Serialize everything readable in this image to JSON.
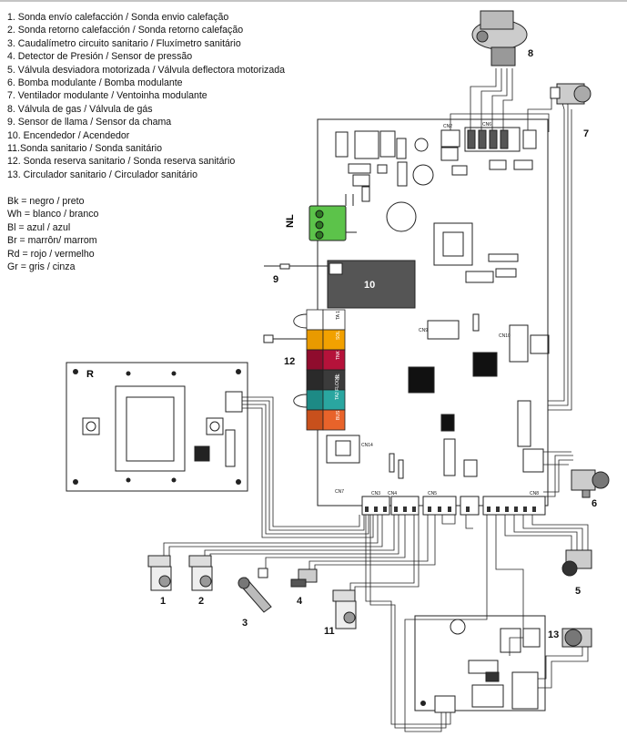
{
  "legend": [
    "1. Sonda envío calefacción / Sonda envio calefação",
    "2. Sonda retorno calefacción / Sonda retorno calefação",
    "3. Caudalímetro circuito sanitario / Fluxímetro sanitário",
    "4. Detector de Presión / Sensor de pressão",
    "5. Válvula desviadora motorizada / Válvula deflectora motorizada",
    "6. Bomba modulante / Bomba modulante",
    "7. Ventilador modulante / Ventoinha modulante",
    "8. Válvula de gas / Válvula de gás",
    "9. Sensor de llama / Sensor da chama",
    "10. Encendedor / Acendedor",
    "11.Sonda sanitario / Sonda sanitário",
    "12. Sonda reserva sanitario / Sonda reserva sanitário",
    "13. Circulador sanitario / Circulador sanitário"
  ],
  "wire_colors": [
    "Bk = negro / preto",
    "Wh = blanco / branco",
    "Bl = azul / azul",
    "Br = marrôn/ marrom",
    "Rd = rojo / vermelho",
    "Gr = gris / cinza"
  ],
  "labels": {
    "nl": "NL",
    "n1": "1",
    "n2": "2",
    "n3": "3",
    "n4": "4",
    "n5": "5",
    "n6": "6",
    "n7": "7",
    "n8": "8",
    "n9": "9",
    "n10": "10",
    "n11": "11",
    "n12": "12",
    "n13": "13",
    "ta1": "TA 1",
    "sol": "SOL",
    "tnk": "TNK",
    "se": "SE",
    "ta2": "TA2 FLOOR",
    "bus": "BUS",
    "cn2": "CN2",
    "cn3": "CN3",
    "cn4": "CN4",
    "cn5": "CN5",
    "cn6": "CN6",
    "cn7": "CN7",
    "cn8": "CN8",
    "cn9": "CN9",
    "cn10": "CN10",
    "cn14": "CN14",
    "display_r": "R"
  },
  "terminal_colors": {
    "ta1": "#ffffff",
    "sol": "#f2a100",
    "tnk": "#b5123a",
    "se": "#3b3b3b",
    "ta2": "#2aa6a0",
    "bus": "#e8632a",
    "nl_block": "#5cc34a"
  }
}
